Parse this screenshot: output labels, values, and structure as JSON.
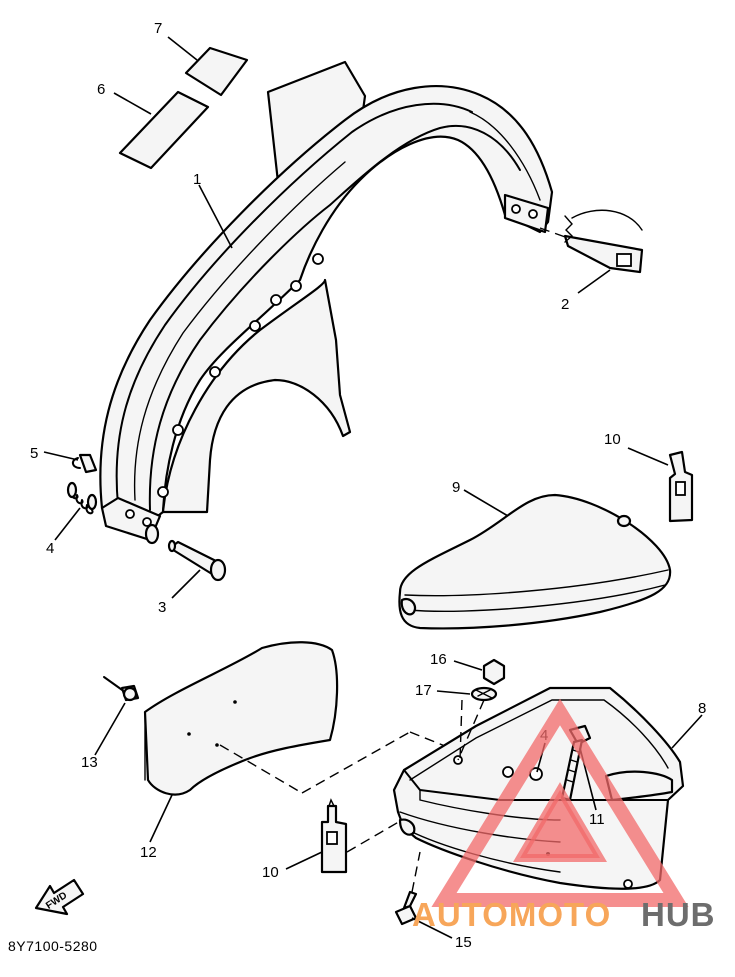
{
  "diagram": {
    "part_code": "8Y7100-5280",
    "direction_tag": "FWD",
    "callouts": {
      "c1": "1",
      "c2": "2",
      "c3": "3",
      "c4a": "4",
      "c4b": "4",
      "c5": "5",
      "c6": "6",
      "c7": "7",
      "c8": "8",
      "c9": "9",
      "c10a": "10",
      "c10b": "10",
      "c11": "11",
      "c12": "12",
      "c13": "13",
      "c15": "15",
      "c16": "16",
      "c17": "17"
    }
  },
  "watermark": {
    "brand_part1": "AUTOMOTO",
    "brand_part2": "HUB",
    "brand_color": "#f7a65a",
    "brand_color2": "#6d6d6d",
    "logo_color": "#f26a6a"
  }
}
